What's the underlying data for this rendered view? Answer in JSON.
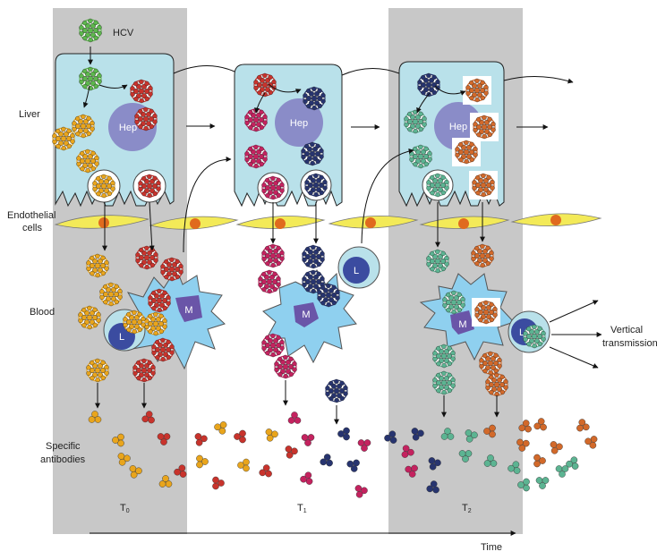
{
  "labels": {
    "hcv": "HCV",
    "liver": "Liver",
    "endothelial_line1": "Endothelial",
    "endothelial_line2": "cells",
    "blood": "Blood",
    "antibodies_line1": "Specific",
    "antibodies_line2": "antibodies",
    "hep": "Hep",
    "macrophage": "M",
    "lymphocyte": "L",
    "vertical_line1": "Vertical",
    "vertical_line2": "transmission",
    "t0_base": "T",
    "t0_sub": "0",
    "t1_base": "T",
    "t1_sub": "1",
    "t2_base": "T",
    "t2_sub": "2",
    "time": "Time"
  },
  "colors": {
    "phase_band": "#c8c8c8",
    "hepatocyte": "#b9e1ea",
    "hep_nucleus": "#8a8cc8",
    "endothelial": "#f3ea58",
    "endothelial_nucleus": "#e06a1e",
    "lymphocyte_nucleus": "#3b4ca0",
    "macrophage": "#8fd0ef",
    "macrophage_nucleus": "#6a55a8",
    "variant_green": "#5db84d",
    "variant_red": "#c8332c",
    "variant_orange": "#e9a51c",
    "variant_magenta": "#c4225f",
    "variant_navy": "#27346f",
    "variant_teal": "#5cb492",
    "variant_rust": "#d2692a"
  }
}
